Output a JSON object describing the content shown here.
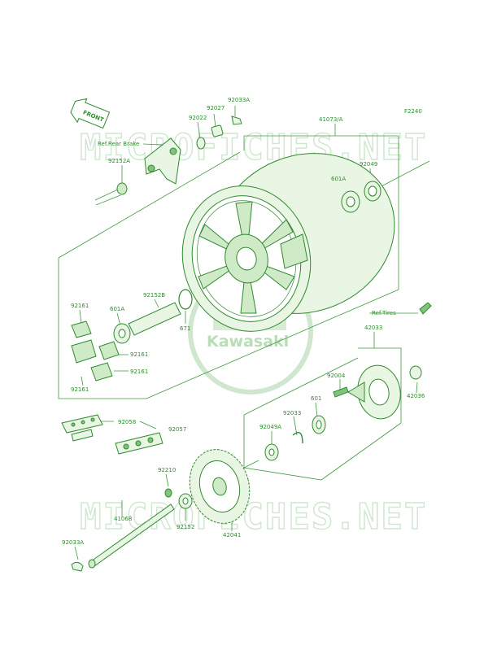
{
  "figure_code": "F2240",
  "watermark": {
    "text": "MICROFICHES.NET",
    "logo": "Kawasaki"
  },
  "front_arrow": "FRONT",
  "labels": {
    "ref_rear_brake": "Ref.Rear Brake",
    "ref_tires": "Ref.Tires",
    "p92033A_top": "92033A",
    "p92027": "92027",
    "p92022": "92022",
    "p41073A": "41073/A",
    "p92152A": "92152A",
    "p601A_right": "601A",
    "p92049": "92049",
    "p92161_left": "92161",
    "p601A_left": "601A",
    "p92152B": "92152B",
    "p671": "671",
    "p92161_a": "92161",
    "p92161_b": "92161",
    "p92161_bottom": "92161",
    "p42033": "42033",
    "p92004": "92004",
    "p92033": "92033",
    "p601": "601",
    "p42036": "42036",
    "p92049A": "92049A",
    "p92058": "92058",
    "p92057": "92057",
    "p92210": "92210",
    "p41068": "41068",
    "p92152": "92152",
    "p42041": "42041",
    "p92033A_bottom": "92033A"
  }
}
